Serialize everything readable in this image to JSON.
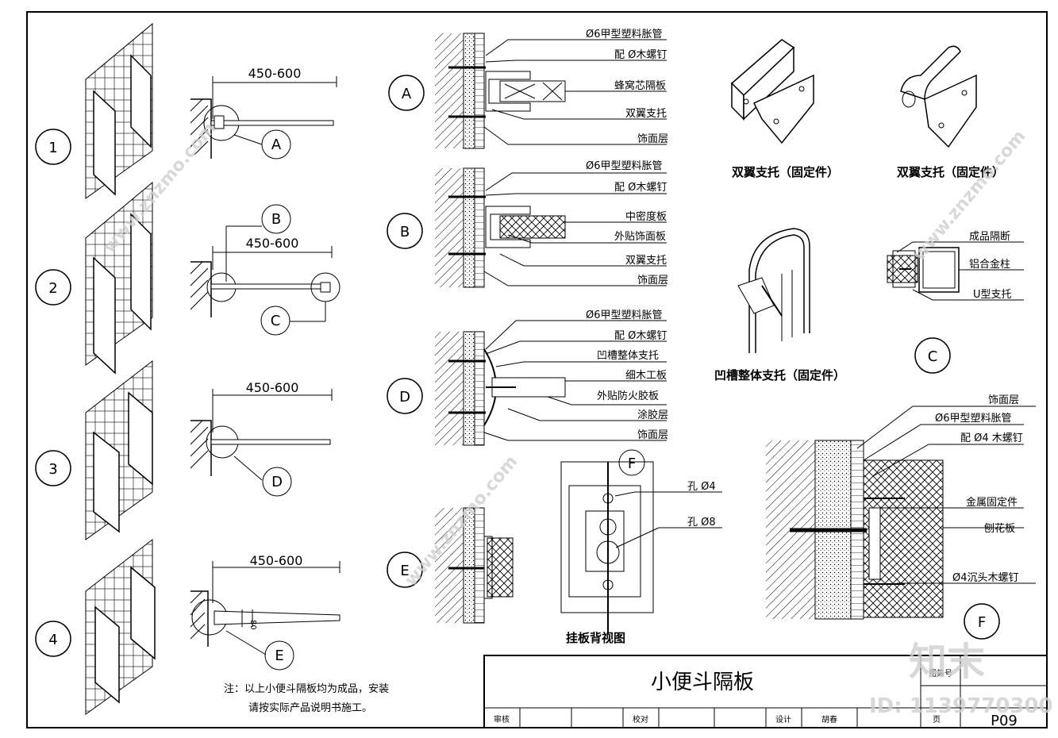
{
  "details": {
    "rows": [
      {
        "num": "1",
        "dim": "450-600",
        "ref": "A"
      },
      {
        "num": "2",
        "dim": "450-600",
        "ref_top": "B",
        "ref_bottom": "C"
      },
      {
        "num": "3",
        "dim": "450-600",
        "ref": "D"
      },
      {
        "num": "4",
        "dim": "450-600",
        "ref": "E",
        "dim_small": "80"
      }
    ],
    "note_line1": "注：以上小便斗隔板均为成品，安装",
    "note_line2": "请按实际产品说明书施工。"
  },
  "sections": {
    "A": {
      "label": "A",
      "callouts": [
        "Ø6甲型塑料胀管",
        "配 Ø木螺钉",
        "蜂窝芯隔板",
        "双翼支托",
        "饰面层"
      ]
    },
    "B": {
      "label": "B",
      "callouts": [
        "Ø6甲型塑料胀管",
        "配 Ø木螺钉",
        "中密度板",
        "外贴饰面板",
        "双翼支托",
        "饰面层"
      ]
    },
    "D": {
      "label": "D",
      "callouts": [
        "Ø6甲型塑料胀管",
        "配 Ø木螺钉",
        "凹槽整体支托",
        "细木工板",
        "外贴防火胶板",
        "涂胶层",
        "饰面层"
      ]
    },
    "E": {
      "label": "E"
    }
  },
  "hanging_plate": {
    "ref": "F",
    "hole_small": "孔 Ø4",
    "hole_large": "孔 Ø8",
    "caption": "挂板背视图"
  },
  "brackets": {
    "caption_left": "双翼支托（固定件）",
    "caption_right": "双翼支托（固定件）",
    "caption_groove": "凹槽整体支托（固定件）"
  },
  "detail_C": {
    "label": "C",
    "callouts": [
      "成品隔断",
      "铝合金柱",
      "U型支托"
    ]
  },
  "detail_F": {
    "label": "F",
    "callouts": [
      "饰面层",
      "Ø6甲型塑料胀管",
      "配 Ø4 木螺钉",
      "金属固定件",
      "刨花板",
      "Ø4沉头木螺钉"
    ]
  },
  "title_block": {
    "title": "小便斗隔板",
    "atlas_label": "图集号",
    "review": "审核",
    "check": "校对",
    "design": "设计",
    "designer": "胡春",
    "page_label": "页",
    "page": "P09"
  },
  "watermarks": {
    "brand": "知末",
    "id": "ID: 1139770300",
    "site": "www.znzmo.com"
  }
}
